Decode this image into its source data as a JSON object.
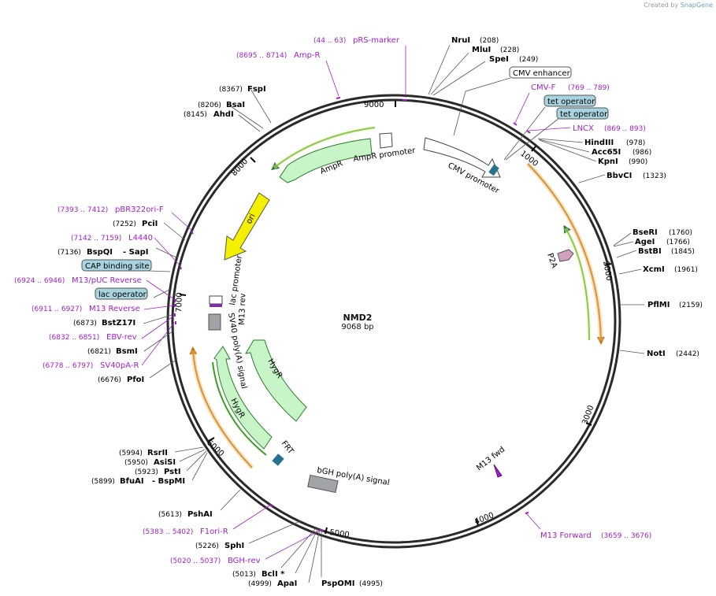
{
  "credit": {
    "prefix": "Created by",
    "brand": "SnapGene"
  },
  "plasmid": {
    "name": "NMD2",
    "size_label": "9068 bp"
  },
  "colors": {
    "primer": "#a020c8",
    "enzyme": "#000000",
    "ring": "#2a2a2a",
    "arrow_fill": "#c8f5c8",
    "arrow_stroke": "#2a7a2a",
    "orange": "#f0a030",
    "green_line": "#3aa020",
    "ori": "#f5f000",
    "feature_box": "#a8d4e0",
    "grey_feature": "#a0a4a8"
  },
  "ticks": [
    "1000",
    "2000",
    "3000",
    "4000",
    "5000",
    "6000",
    "7000",
    "8000",
    "9000"
  ],
  "primers": [
    {
      "range": "(44 .. 63)",
      "name": "pRS-marker"
    },
    {
      "range": "(8695 .. 8714)",
      "name": "Amp-R"
    },
    {
      "range": "(769 .. 789)",
      "name": "CMV-F"
    },
    {
      "range": "(869 .. 893)",
      "name": "LNCX"
    },
    {
      "range": "(7393 .. 7412)",
      "name": "pBR322ori-F"
    },
    {
      "range": "(7142 .. 7159)",
      "name": "L4440"
    },
    {
      "range": "(6924 .. 6946)",
      "name": "M13/pUC Reverse"
    },
    {
      "range": "(6911 .. 6927)",
      "name": "M13 Reverse"
    },
    {
      "range": "(6832 .. 6851)",
      "name": "EBV-rev"
    },
    {
      "range": "(6778 .. 6797)",
      "name": "SV40pA-R"
    },
    {
      "range": "(5383 .. 5402)",
      "name": "F1ori-R"
    },
    {
      "range": "(5020 .. 5037)",
      "name": "BGH-rev"
    },
    {
      "range": "(3659 .. 3676)",
      "name": "M13 Forward"
    }
  ],
  "enzymes": [
    {
      "name": "NruI",
      "pos": "(208)"
    },
    {
      "name": "MluI",
      "pos": "(228)"
    },
    {
      "name": "SpeI",
      "pos": "(249)"
    },
    {
      "name": "HindIII",
      "pos": "(978)"
    },
    {
      "name": "Acc65I",
      "pos": "(986)"
    },
    {
      "name": "KpnI",
      "pos": "(990)"
    },
    {
      "name": "BbvCI",
      "pos": "(1323)"
    },
    {
      "name": "BseRI",
      "pos": "(1760)"
    },
    {
      "name": "AgeI",
      "pos": "(1766)"
    },
    {
      "name": "BstBI",
      "pos": "(1845)"
    },
    {
      "name": "XcmI",
      "pos": "(1961)"
    },
    {
      "name": "PflMI",
      "pos": "(2159)"
    },
    {
      "name": "NotI",
      "pos": "(2442)"
    },
    {
      "name": "FspI",
      "pos": "(8367)"
    },
    {
      "name": "BsaI",
      "pos": "(8206)"
    },
    {
      "name": "AhdI",
      "pos": "(8145)"
    },
    {
      "name": "PciI",
      "pos": "(7252)"
    },
    {
      "name": "BspQI",
      "pos": "(7136)",
      "extra": "- SapI"
    },
    {
      "name": "BstZ17I",
      "pos": "(6873)"
    },
    {
      "name": "BsmI",
      "pos": "(6821)"
    },
    {
      "name": "PfoI",
      "pos": "(6676)"
    },
    {
      "name": "RsrII",
      "pos": "(5994)"
    },
    {
      "name": "AsiSI",
      "pos": "(5950)"
    },
    {
      "name": "PstI",
      "pos": "(5923)"
    },
    {
      "name": "BfuAI",
      "pos": "(5899)",
      "extra": "- BspMI"
    },
    {
      "name": "PshAI",
      "pos": "(5613)"
    },
    {
      "name": "SphI",
      "pos": "(5226)"
    },
    {
      "name": "BclI *",
      "pos": "(5013)"
    },
    {
      "name": "ApaI",
      "pos": "(4999)"
    },
    {
      "name": "PspOMI",
      "pos": "(4995)"
    }
  ],
  "boxed_features": [
    "CMV enhancer",
    "tet operator",
    "tet operator",
    "CAP binding site",
    "lac operator"
  ],
  "features": [
    "AmpR promoter",
    "AmpR",
    "CMV promoter",
    "ori",
    "lac promoter",
    "M13 rev",
    "SV40 poly(A) signal",
    "HygR",
    "HygR",
    "FRT",
    "bGH poly(A) signal",
    "P2A",
    "M13 fwd"
  ]
}
